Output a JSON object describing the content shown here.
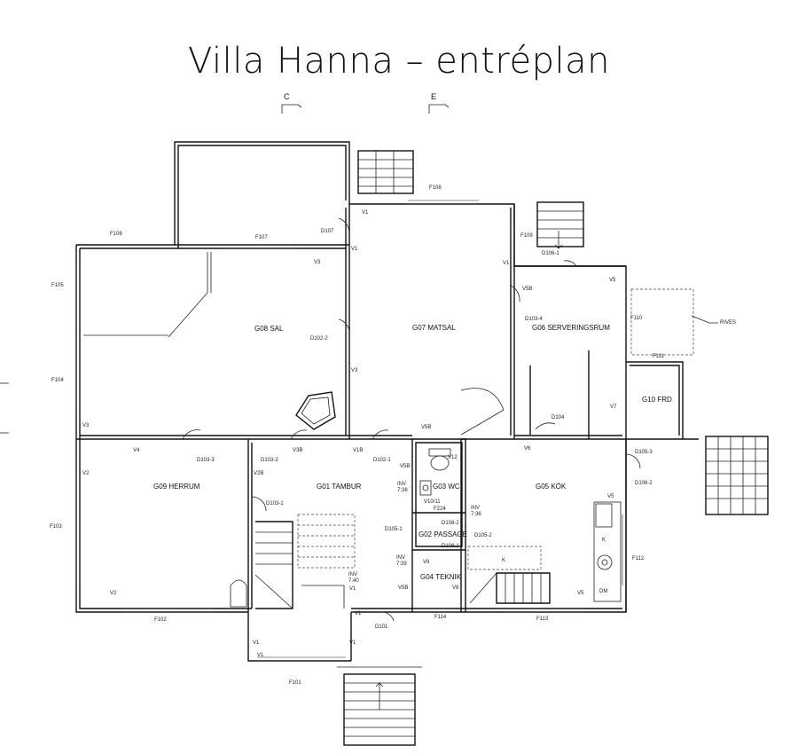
{
  "title": "Villa Hanna – entréplan",
  "section_markers": [
    "C",
    "E"
  ],
  "rooms": [
    "G08 SAL",
    "G07 MATSAL",
    "G06 SERVERINGSRUM",
    "G10 FRD",
    "G09 HERRUM",
    "G01 TAMBUR",
    "G03 WC",
    "G05 KÖK",
    "G02 PASSAGE",
    "G04 TEKNIK"
  ],
  "windows": [
    "F108",
    "F106",
    "F107",
    "F109",
    "F105",
    "F104",
    "F110",
    "F111",
    "F103",
    "F102",
    "F114",
    "F113",
    "F112",
    "F101",
    "F224"
  ],
  "doors": [
    "D107",
    "D106-1",
    "D102-2",
    "D103-4",
    "D104",
    "D103-3",
    "D103-2",
    "D102-1",
    "D105-3",
    "D106-2",
    "D103-1",
    "D105-1",
    "D108-2",
    "D105-2",
    "D108-1",
    "D101"
  ],
  "wall_tags": [
    "V1",
    "V3",
    "V5",
    "V5B",
    "V7",
    "V4",
    "V3B",
    "V1B",
    "V2",
    "V2B",
    "V12",
    "V6",
    "V10/11",
    "V9",
    "V8"
  ],
  "inv_tags": [
    "INV\n7:38",
    "INV\n7:36",
    "INV\n7:40",
    "INV\n7:39"
  ],
  "fixtures": [
    "K",
    "DM"
  ],
  "note": "RIVES"
}
